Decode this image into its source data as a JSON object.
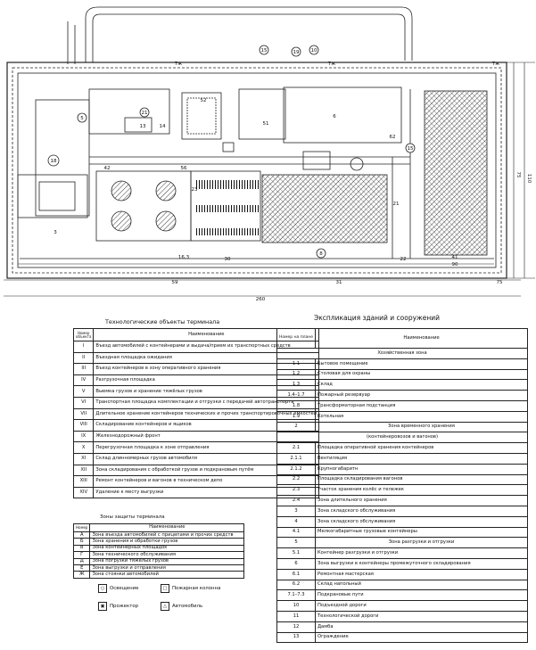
{
  "plan": {
    "labels": {
      "dim_total": "260",
      "dim_59": "59",
      "dim_31": "31",
      "dim_30": "30",
      "dim_22": "22",
      "dim_90": "90",
      "dim_110": "110",
      "dim_75": "75",
      "dim_75b": "75",
      "dim_7a": "7ж",
      "dim_7b": "7ж",
      "dim_7c": "7ж",
      "dim_56": "56",
      "dim_163": "16,3",
      "dim_42": "42",
      "z_6": "6",
      "z_52": "52",
      "z_51": "51",
      "z_13": "13",
      "z_14": "14",
      "z_3": "3",
      "z_18": "18",
      "z_23": "23",
      "z_21": "21",
      "z_41": "41",
      "z_62": "62"
    },
    "marks": [
      "15",
      "19",
      "10",
      "5",
      "15",
      "8",
      "21"
    ]
  },
  "tech": {
    "title": "Технологические объекты терминала",
    "head_num": "Номер объекта",
    "head_name": "Наименование",
    "rows": [
      {
        "n": "I",
        "t": "Въезд автомобилей с контейнерами и выдача/прием их транспортных средств"
      },
      {
        "n": "II",
        "t": "Въездная площадка ожидания"
      },
      {
        "n": "III",
        "t": "Въезд контейнеров в зону оперативного хранения"
      },
      {
        "n": "IV",
        "t": "Разгрузочная площадка"
      },
      {
        "n": "V",
        "t": "Выемка грузов и хранение тяжёлых грузов"
      },
      {
        "n": "VI",
        "t": "Транспортная площадка комплектации и отгрузки с передачей автотранспорта"
      },
      {
        "n": "VII",
        "t": "Длительное хранение контейнеров технических и прочих транспортировочных ёмкостей"
      },
      {
        "n": "VIII",
        "t": "Складирование контейнеров и ящиков"
      },
      {
        "n": "IX",
        "t": "Железнодорожный фронт"
      },
      {
        "n": "X",
        "t": "Перегрузочная площадка к зоне отправления"
      },
      {
        "n": "XI",
        "t": "Склад длинномерных грузов автомобиля"
      },
      {
        "n": "XII",
        "t": "Зона складирования с обработкой грузов и подкрановым путём"
      },
      {
        "n": "XIII",
        "t": "Ремонт контейнеров и вагонов в техническом депо"
      },
      {
        "n": "XIV",
        "t": "Удаление к месту выгрузки"
      }
    ]
  },
  "zones": {
    "title": "Зоны защиты терминала",
    "head_num": "Номер",
    "head_name": "Наименование",
    "rows": [
      {
        "n": "А",
        "t": "Зона въезда автомобилей с прицепами и прочих средств"
      },
      {
        "n": "Б",
        "t": "Зона хранения и обработки грузов"
      },
      {
        "n": "В",
        "t": "Зона контейнерных площадок"
      },
      {
        "n": "Г",
        "t": "Зона технического обслуживания"
      },
      {
        "n": "Д",
        "t": "Зона погрузки тяжёлых грузов"
      },
      {
        "n": "Е",
        "t": "Зона выгрузки и отправления"
      },
      {
        "n": "Ж",
        "t": "Зона стоянки автомобилей"
      }
    ]
  },
  "legend": [
    {
      "sym": "○",
      "label": "Освещение"
    },
    {
      "sym": "□",
      "label": "Пожарная колонна"
    },
    {
      "sym": "▣",
      "label": "Прожектор"
    },
    {
      "sym": "△",
      "label": "Автомобиль"
    }
  ],
  "expl": {
    "title": "Экспликация зданий и сооружений",
    "head_num": "Номер на плане",
    "head_name": "Наименование",
    "rows": [
      {
        "s": true,
        "t": "Хозяйственная зона"
      },
      {
        "n": "1.1",
        "t": "Бытовое помещение"
      },
      {
        "n": "1.2",
        "t": "Столовая для охраны"
      },
      {
        "n": "1.3",
        "t": "Склад"
      },
      {
        "n": "1.4–1.7",
        "t": "Пожарный резервуар"
      },
      {
        "n": "1.8",
        "t": "Трансформаторная подстанция"
      },
      {
        "n": "1.9",
        "t": "Котельная"
      },
      {
        "n": "2",
        "t": "Зона временного хранения",
        "s2": true
      },
      {
        "s": true,
        "t": "(контейнеровозов и вагонов)"
      },
      {
        "n": "2.1",
        "t": "Площадка оперативной хранения контейнеров"
      },
      {
        "n": "2.1.1",
        "t": "Вентиляция"
      },
      {
        "n": "2.1.2",
        "t": "Крупногабаритн"
      },
      {
        "n": "2.2",
        "t": "Площадка складирования вагонов"
      },
      {
        "n": "2.3",
        "t": "Участок хранения колёс и тележек"
      },
      {
        "n": "2.4",
        "t": "Зона длительного хранения"
      },
      {
        "n": "3",
        "t": "Зона складского обслуживания"
      },
      {
        "n": "4",
        "t": "Зона складского обслуживания"
      },
      {
        "n": "4.1",
        "t": "Мелкогабаритные грузовые контейнеры"
      },
      {
        "n": "5",
        "t": "Зона разгрузки и отгрузки",
        "s2": true
      },
      {
        "n": "5.1",
        "t": "Контейнер разгрузки и отгрузки"
      },
      {
        "n": "6",
        "t": "Зона выгрузки в контейнеры промежуточного складирования"
      },
      {
        "n": "6.1",
        "t": "Ремонтная мастерская"
      },
      {
        "n": "6.2",
        "t": "Склад напольный"
      },
      {
        "n": "7.1–7.3",
        "t": "Подкрановые пути"
      },
      {
        "n": "10",
        "t": "Подъездной дороги"
      },
      {
        "n": "11",
        "t": "Технологической дороги"
      },
      {
        "n": "12",
        "t": "Дамба"
      },
      {
        "n": "13",
        "t": "Ограждение"
      }
    ]
  }
}
